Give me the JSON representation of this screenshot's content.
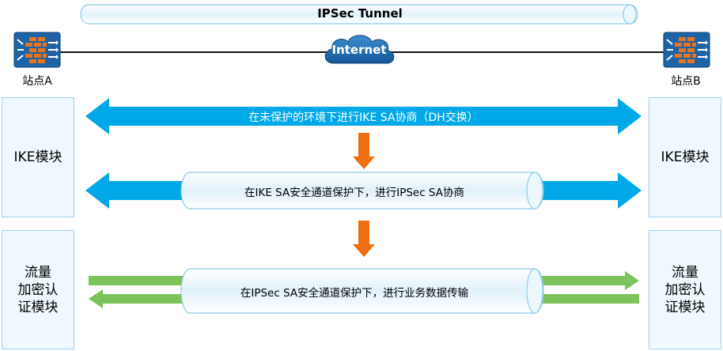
{
  "tunnel": {
    "label": "IPSec Tunnel"
  },
  "internet": {
    "label": "Internet"
  },
  "sites": {
    "a": {
      "label": "站点A"
    },
    "b": {
      "label": "站点B"
    }
  },
  "modules": {
    "ike_left": "IKE模块",
    "ike_right": "IKE模块",
    "flow_left": [
      "流量",
      "加密认",
      "证模块"
    ],
    "flow_right": [
      "流量",
      "加密认",
      "证模块"
    ]
  },
  "steps": {
    "step1": "在未保护的环境下进行IKE SA协商（DH交换）",
    "step2": "在IKE SA安全通道保护下，进行IPSec SA协商",
    "step3": "在IPSec SA安全通道保护下，进行业务数据传输"
  },
  "colors": {
    "blue_arrow": "#00a8e8",
    "orange_arrow": "#ee6f12",
    "green_arrow": "#7bc35a",
    "box_fill": "#eef8fd",
    "box_border": "#9fd2ee",
    "tube_fill": "#ecf7fc",
    "tube_border": "#8fcbe8",
    "cloud": "#1f6fb4",
    "firewall_bg": "#1e63a6",
    "firewall_brick": "#e8741e"
  },
  "icons": {
    "firewall": "firewall-icon",
    "cloud": "cloud-icon"
  }
}
